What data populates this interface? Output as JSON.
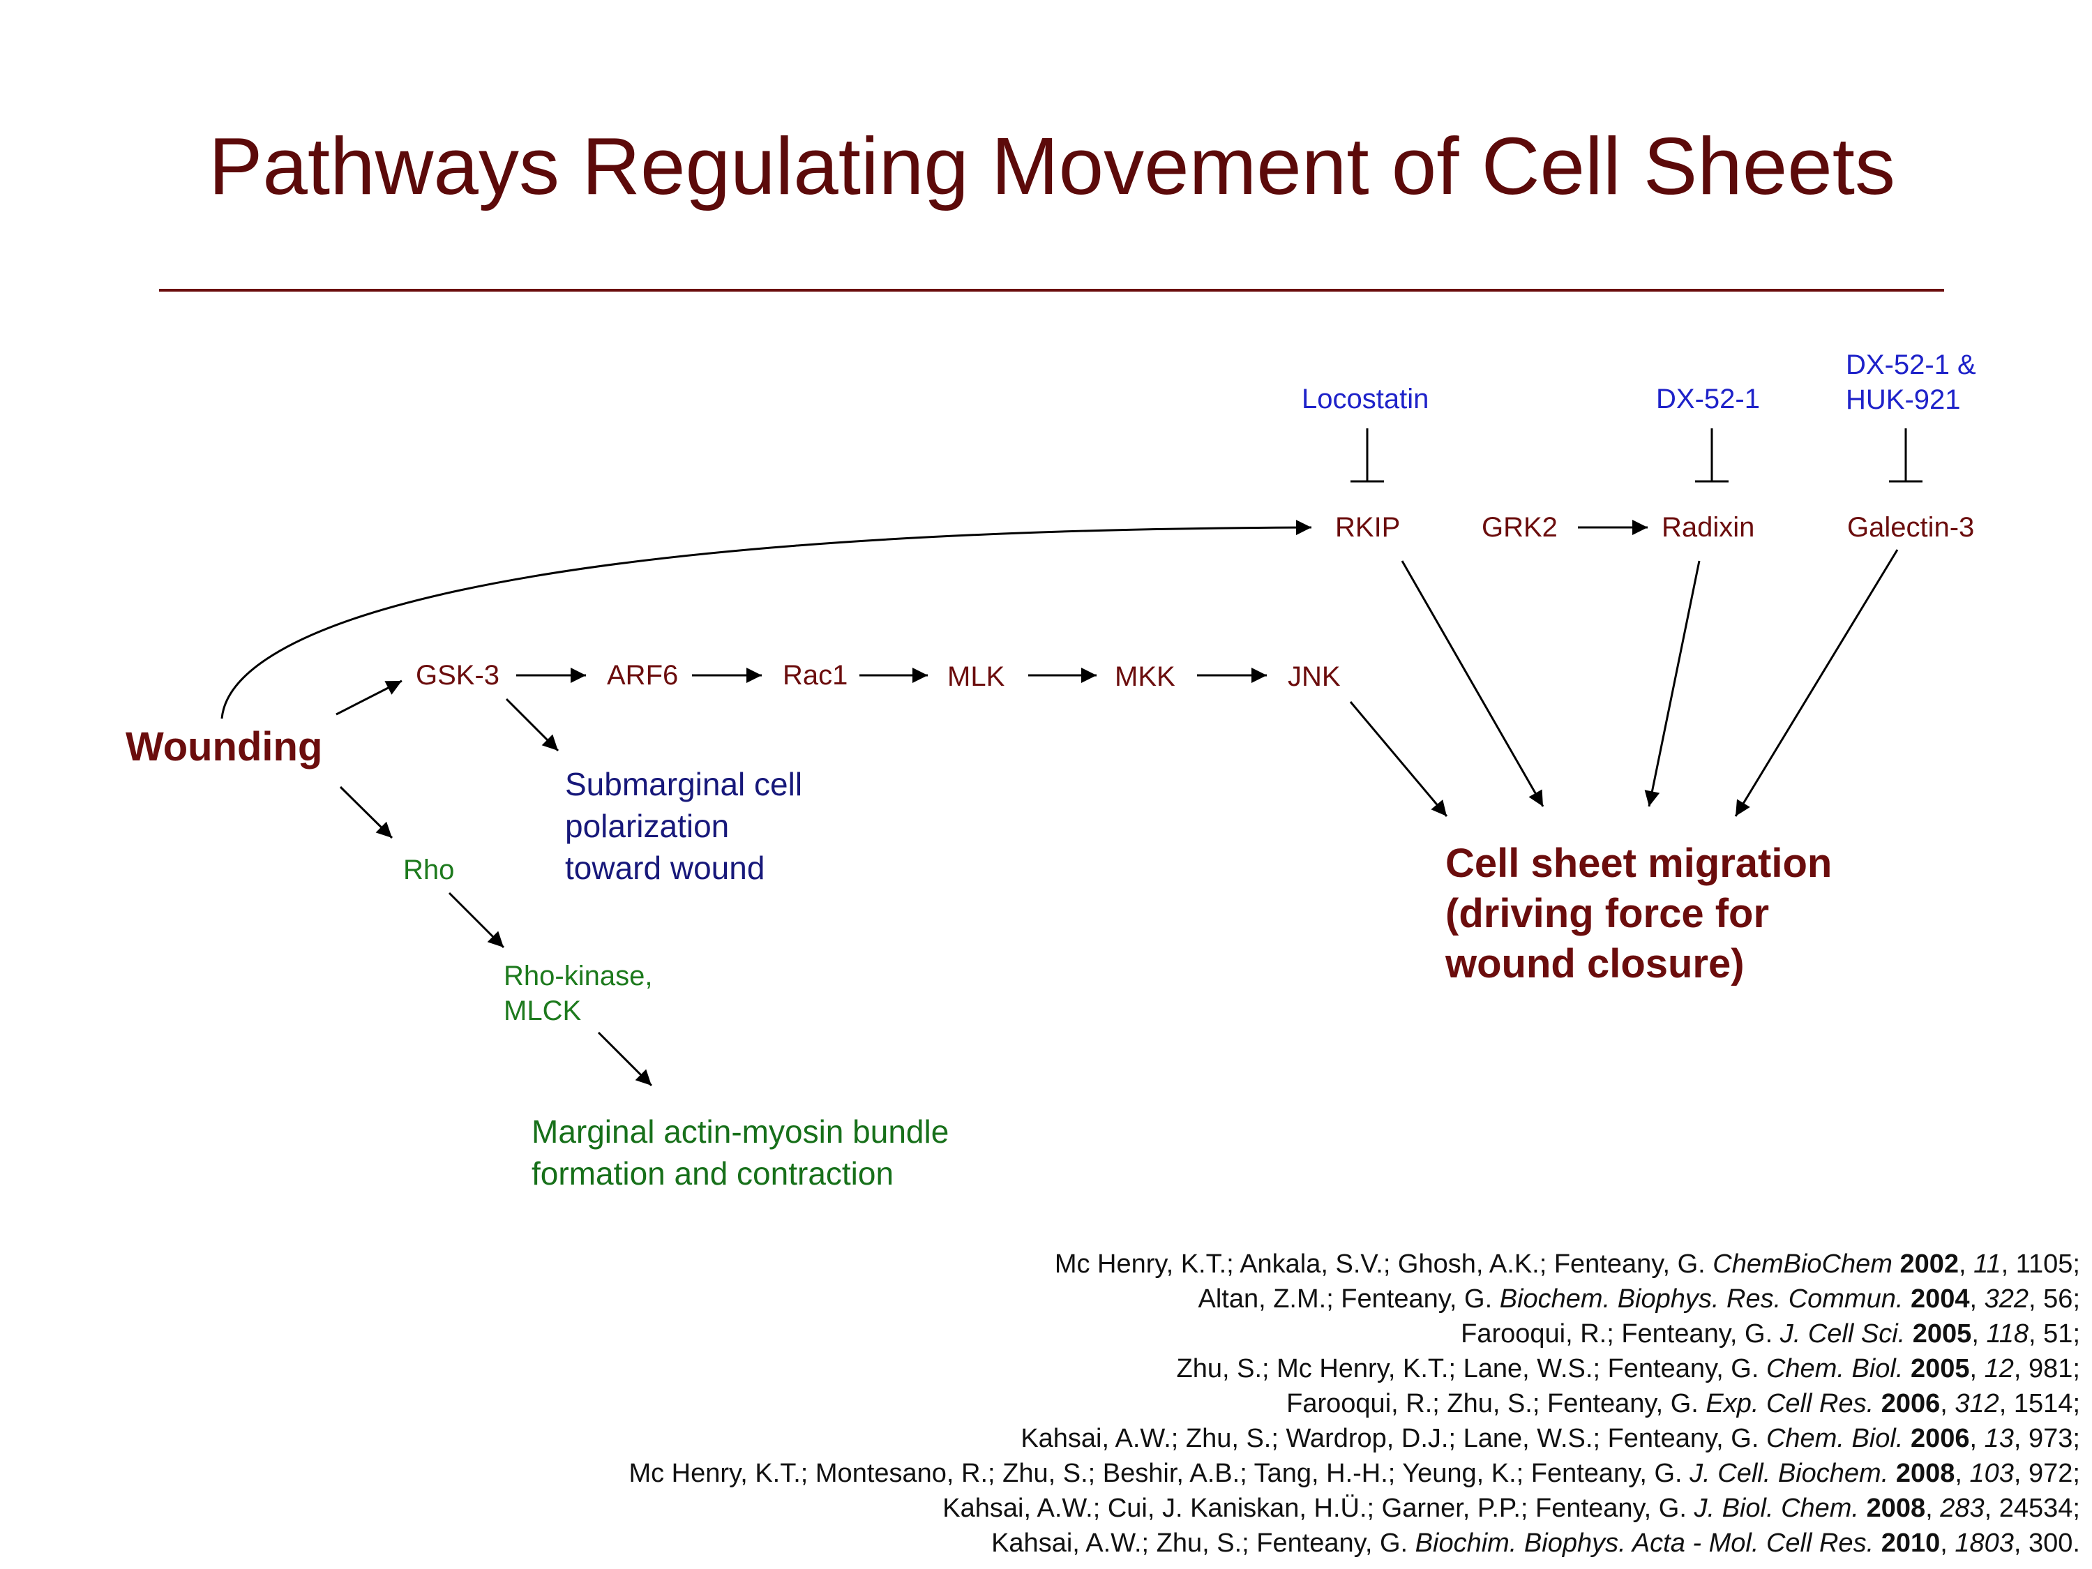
{
  "title": "Pathways Regulating Movement of Cell Sheets",
  "colors": {
    "title": "#5c0a0a",
    "molecule": "#6b0d0d",
    "inhibitor": "#1e22c9",
    "rho_pathway": "#1d7a1d",
    "polarization": "#17187a"
  },
  "diagram": {
    "start": "Wounding",
    "molecules": {
      "gsk3": "GSK-3",
      "arf6": "ARF6",
      "rac1": "Rac1",
      "mlk": "MLK",
      "mkk": "MKK",
      "jnk": "JNK",
      "rkip": "RKIP",
      "grk2": "GRK2",
      "radixin": "Radixin",
      "galectin3": "Galectin-3",
      "rho": "Rho",
      "rho_kinase_line1": "Rho-kinase,",
      "rho_kinase_line2": "MLCK"
    },
    "inhibitors": {
      "locostatin": "Locostatin",
      "dx521": "DX-52-1",
      "dx521_huk_line1": "DX-52-1 &",
      "dx521_huk_line2": "HUK-921"
    },
    "outcomes": {
      "polarization": [
        "Submarginal cell",
        "polarization",
        "toward wound"
      ],
      "actin_myosin": [
        "Marginal actin-myosin bundle",
        "formation and contraction"
      ],
      "migration": [
        "Cell sheet migration",
        "(driving force for",
        "wound closure)"
      ]
    }
  },
  "references": [
    {
      "authors": "Mc Henry, K.T.; Ankala, S.V.; Ghosh, A.K.; Fenteany, G.",
      "journal": "ChemBioChem",
      "year": "2002",
      "volume": "11",
      "pages": "1105;"
    },
    {
      "authors": "Altan, Z.M.; Fenteany, G.",
      "journal": "Biochem. Biophys. Res. Commun.",
      "year": "2004",
      "volume": "322",
      "pages": "56;"
    },
    {
      "authors": "Farooqui, R.; Fenteany, G.",
      "journal": "J. Cell Sci.",
      "year": "2005",
      "volume": "118",
      "pages": "51;"
    },
    {
      "authors": "Zhu, S.; Mc Henry, K.T.; Lane, W.S.; Fenteany, G.",
      "journal": "Chem. Biol.",
      "year": "2005",
      "volume": "12",
      "pages": "981;"
    },
    {
      "authors": "Farooqui, R.; Zhu, S.; Fenteany, G.",
      "journal": "Exp. Cell Res.",
      "year": "2006",
      "volume": "312",
      "pages": "1514;"
    },
    {
      "authors": "Kahsai, A.W.; Zhu, S.; Wardrop, D.J.; Lane, W.S.; Fenteany, G.",
      "journal": "Chem. Biol.",
      "year": "2006",
      "volume": "13",
      "pages": "973;"
    },
    {
      "authors": "Mc Henry, K.T.; Montesano, R.; Zhu, S.; Beshir, A.B.; Tang, H.-H.; Yeung, K.; Fenteany, G.",
      "journal": "J. Cell. Biochem.",
      "year": "2008",
      "volume": "103",
      "pages": "972;"
    },
    {
      "authors": "Kahsai, A.W.; Cui, J. Kaniskan, H.Ü.; Garner, P.P.; Fenteany, G.",
      "journal": "J. Biol. Chem.",
      "year": "2008",
      "volume": "283",
      "pages": "24534;"
    },
    {
      "authors": "Kahsai, A.W.; Zhu, S.; Fenteany, G.",
      "journal": "Biochim. Biophys. Acta - Mol. Cell Res.",
      "year": "2010",
      "volume": "1803",
      "pages": "300."
    }
  ]
}
